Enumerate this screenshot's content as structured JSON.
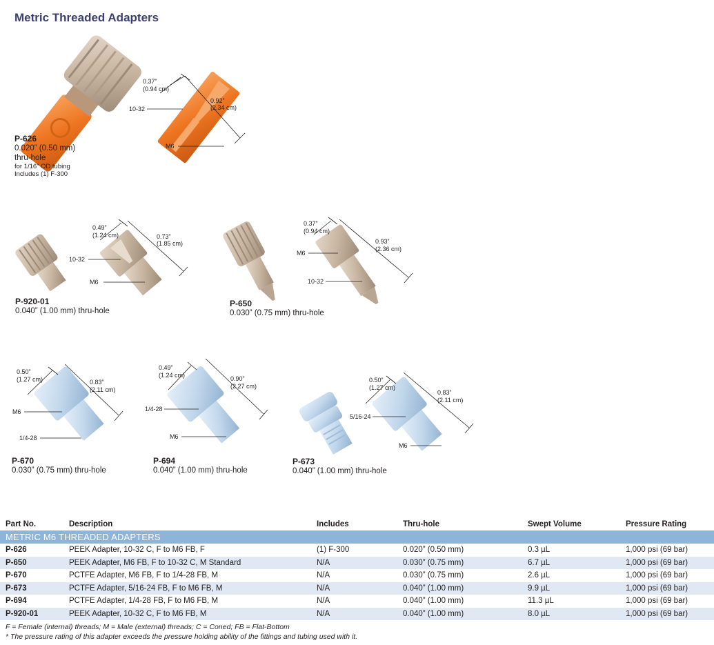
{
  "page_title": "Metric Threaded Adapters",
  "products": [
    {
      "id": "p626",
      "part": "P-626",
      "lines": [
        "0.020” (0.50 mm)",
        "thru-hole"
      ],
      "small": [
        "for 1/16” OD tubing",
        "Includes (1) F-300"
      ]
    },
    {
      "id": "p92001",
      "part": "P-920-01",
      "lines": [
        "0.040” (1.00 mm) thru-hole"
      ],
      "small": []
    },
    {
      "id": "p650",
      "part": "P-650",
      "lines": [
        "0.030” (0.75 mm) thru-hole"
      ],
      "small": []
    },
    {
      "id": "p670",
      "part": "P-670",
      "lines": [
        "0.030” (0.75 mm) thru-hole"
      ],
      "small": []
    },
    {
      "id": "p694",
      "part": "P-694",
      "lines": [
        "0.040” (1.00 mm) thru-hole"
      ],
      "small": []
    },
    {
      "id": "p673",
      "part": "P-673",
      "lines": [
        "0.040” (1.00 mm) thru-hole"
      ],
      "small": []
    }
  ],
  "dims": {
    "p626": {
      "d1": "0.37”",
      "d1cm": "(0.94 cm)",
      "d2": "0.92”",
      "d2cm": "(2.34 cm)",
      "t1": "10-32",
      "t2": "M6"
    },
    "p92001": {
      "d1": "0.49”",
      "d1cm": "(1.24 cm)",
      "d2": "0.73”",
      "d2cm": "(1.85 cm)",
      "t1": "10-32",
      "t2": "M6"
    },
    "p650": {
      "d1": "0.37”",
      "d1cm": "(0.94 cm)",
      "d2": "0.93”",
      "d2cm": "(2.36 cm)",
      "t1": "M6",
      "t2": "10-32"
    },
    "p670": {
      "d1": "0.50”",
      "d1cm": "(1.27 cm)",
      "d2": "0.83”",
      "d2cm": "(2.11 cm)",
      "t1": "M6",
      "t2": "1/4-28"
    },
    "p694": {
      "d1": "0.49”",
      "d1cm": "(1.24 cm)",
      "d2": "0.90”",
      "d2cm": "(2.27 cm)",
      "t1": "1/4-28",
      "t2": "M6"
    },
    "p673": {
      "d1": "0.50”",
      "d1cm": "(1.27 cm)",
      "d2": "0.83”",
      "d2cm": "(2.11 cm)",
      "t1": "5/16-24",
      "t2": "M6"
    }
  },
  "table": {
    "headers": [
      "Part No.",
      "Description",
      "Includes",
      "Thru-hole",
      "Swept Volume",
      "Pressure Rating"
    ],
    "section": "METRIC M6 THREADED ADAPTERS",
    "rows": [
      [
        "P-626",
        "PEEK Adapter, 10-32 C, F to M6 FB, F",
        "(1) F-300",
        "0.020” (0.50 mm)",
        "0.3 µL",
        "1,000 psi (69 bar)"
      ],
      [
        "P-650",
        "PEEK Adapter, M6 FB, F to 10-32 C, M Standard",
        "N/A",
        "0.030” (0.75 mm)",
        "6.7 µL",
        "1,000 psi (69 bar)"
      ],
      [
        "P-670",
        "PCTFE Adapter, M6 FB, F to 1/4-28 FB, M",
        "N/A",
        "0.030” (0.75 mm)",
        "2.6 µL",
        "1,000 psi (69 bar)"
      ],
      [
        "P-673",
        "PCTFE Adapter, 5/16-24 FB, F to M6 FB, M",
        "N/A",
        "0.040” (1.00 mm)",
        "9.9 µL",
        "1,000 psi (69 bar)"
      ],
      [
        "P-694",
        "PCTFE Adapter, 1/4-28 FB, F to M6 FB, M",
        "N/A",
        "0.040” (1.00 mm)",
        "11.3 µL",
        "1,000 psi (69 bar)"
      ],
      [
        "P-920-01",
        "PEEK Adapter, 10-32 C, F to M6 FB, M",
        "N/A",
        "0.040” (1.00 mm)",
        "8.0 µL",
        "1,000 psi (69 bar)"
      ]
    ]
  },
  "footnotes": [
    "F = Female (internal) threads; M = Male (external) threads; C = Coned; FB = Flat-Bottom",
    "* The pressure rating of this adapter exceeds the pressure holding ability of the fittings and tubing used with it."
  ],
  "colors": {
    "title": "#3c3f73",
    "orange": "#f07a28",
    "peek": "#cdbba8",
    "pctfe": "#c9ddef",
    "section_bar": "#8fb4d9",
    "row_alt": "#dfe8f3"
  }
}
